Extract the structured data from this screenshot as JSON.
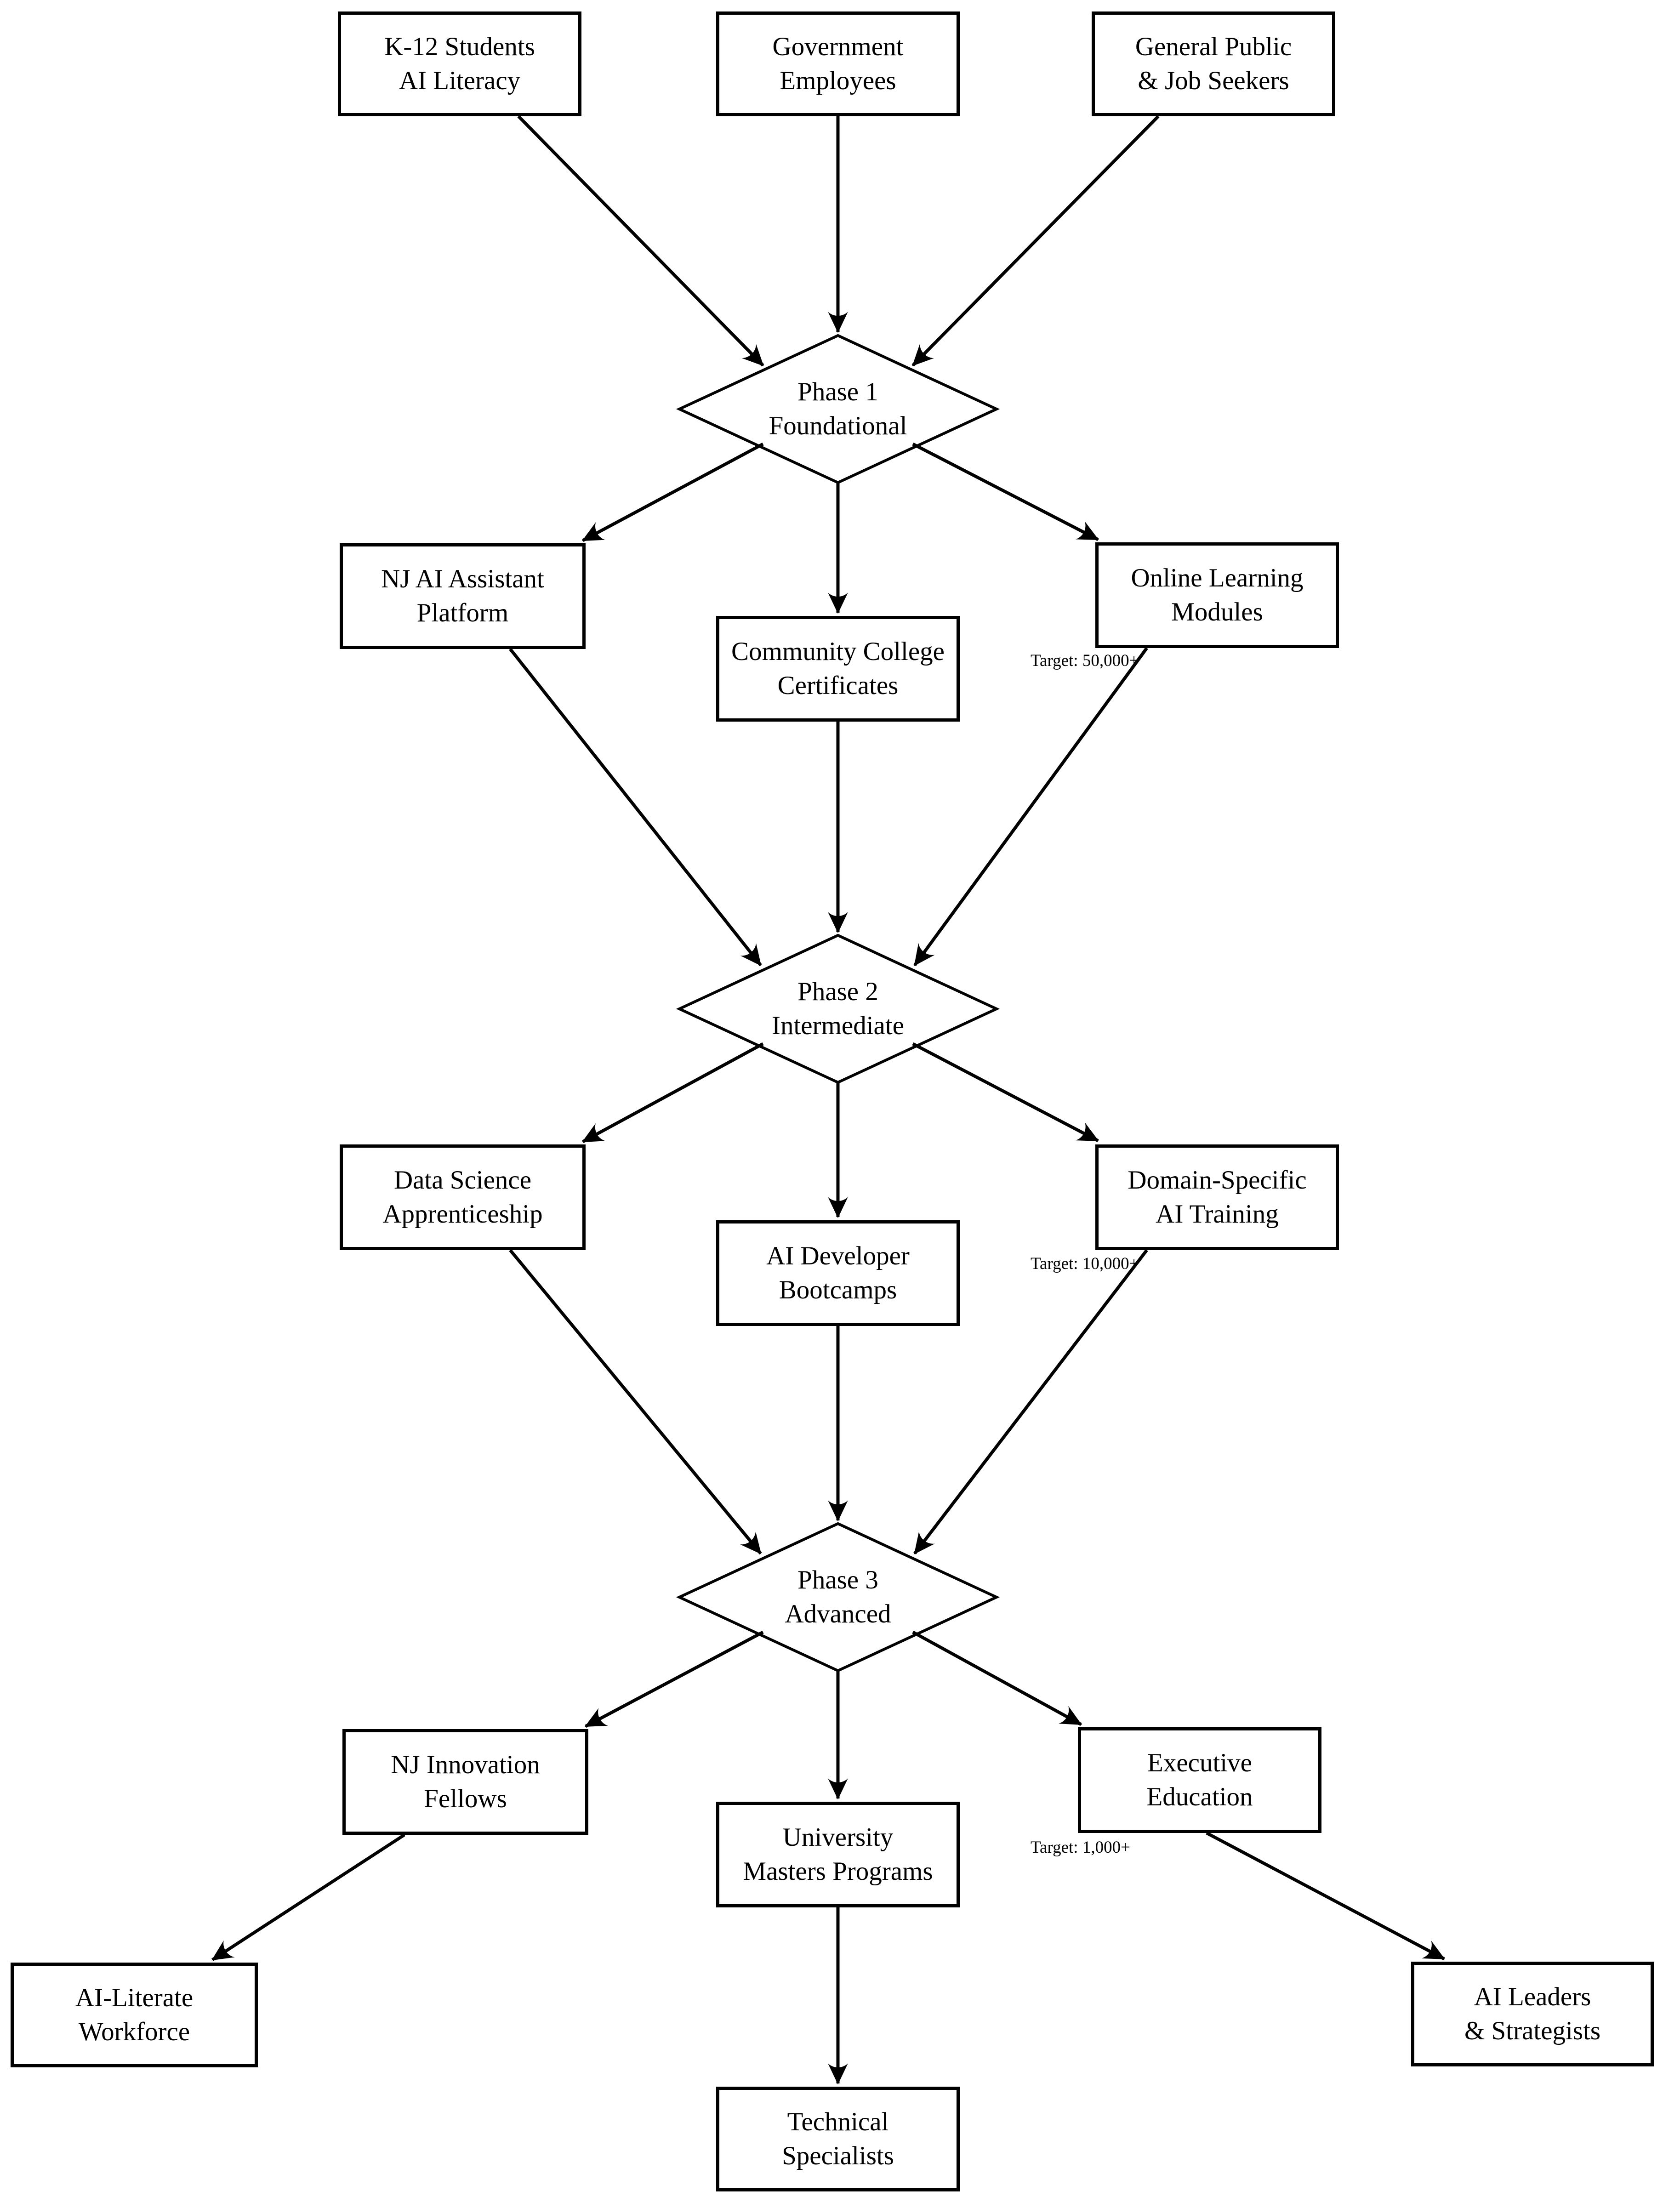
{
  "colors": {
    "stroke": "#000000",
    "background": "#ffffff",
    "fill": "#ffffff"
  },
  "nodes": {
    "k12": {
      "label": "K-12 Students\nAI Literacy"
    },
    "gov": {
      "label": "Government\nEmployees"
    },
    "public": {
      "label": "General Public\n& Job Seekers"
    },
    "phase1": {
      "label": "Phase 1\nFoundational"
    },
    "nj_ai": {
      "label": "NJ AI Assistant\nPlatform"
    },
    "comm_college": {
      "label": "Community College\nCertificates"
    },
    "online": {
      "label": "Online Learning\nModules"
    },
    "phase2": {
      "label": "Phase 2\nIntermediate"
    },
    "data_sci": {
      "label": "Data Science\nApprenticeship"
    },
    "bootcamps": {
      "label": "AI Developer\nBootcamps"
    },
    "domain": {
      "label": "Domain-Specific\nAI Training"
    },
    "phase3": {
      "label": "Phase 3\nAdvanced"
    },
    "fellows": {
      "label": "NJ Innovation\nFellows"
    },
    "masters": {
      "label": "University\nMasters Programs"
    },
    "exec": {
      "label": "Executive\nEducation"
    },
    "workforce": {
      "label": "AI-Literate\nWorkforce"
    },
    "tech_spec": {
      "label": "Technical\nSpecialists"
    },
    "leaders": {
      "label": "AI Leaders\n& Strategists"
    }
  },
  "annotations": {
    "phase1_target": "Target: 50,000+",
    "phase2_target": "Target: 10,000+",
    "phase3_target": "Target: 1,000+"
  }
}
